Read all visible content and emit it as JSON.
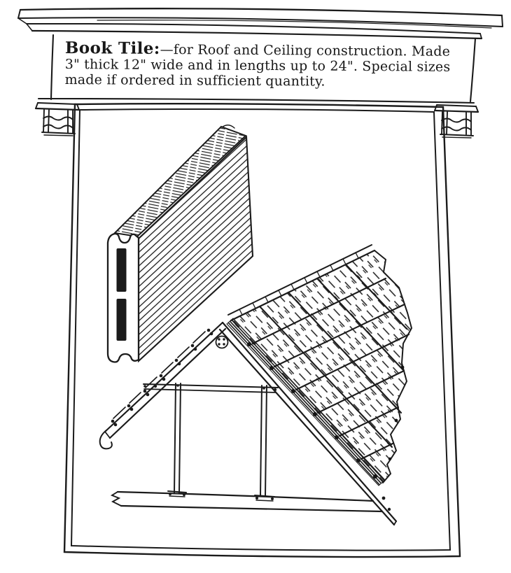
{
  "palette": {
    "paper": "#ffffff",
    "ink": "#1b1b1b"
  },
  "headline": {
    "lead": "Book Tile:",
    "rest1": "—for Roof and Ceiling construction. Made",
    "line2": "3\" thick 12\" wide and in lengths up to 24\". Special sizes",
    "line3": "made if ordered in sufficient quantity."
  },
  "figures": {
    "left_figure": "hollow-book-tile-block",
    "right_figure": "roof-truss-with-book-tile-deck"
  }
}
